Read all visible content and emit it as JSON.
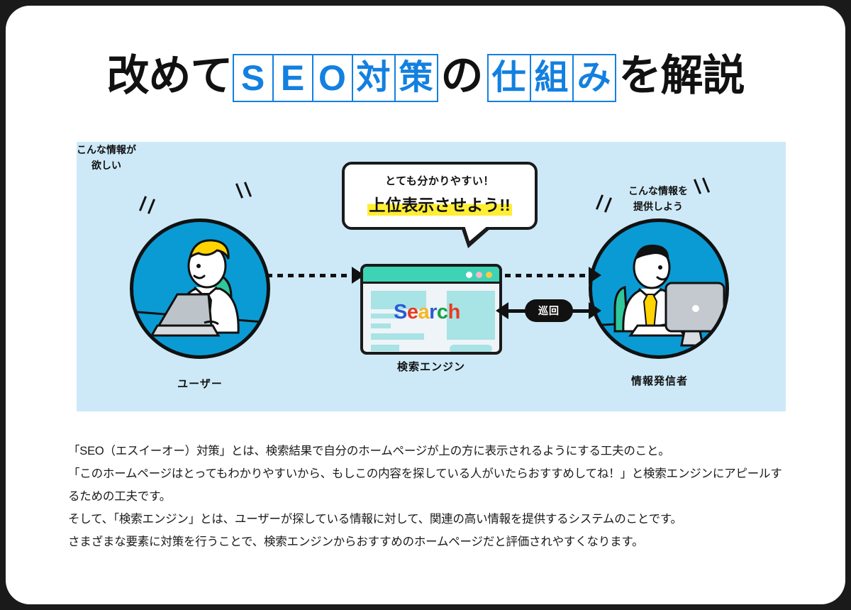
{
  "title": {
    "lead": "改めて",
    "boxed_primary": [
      "S",
      "E",
      "O",
      "対",
      "策"
    ],
    "mid": "の",
    "boxed_secondary": [
      "仕",
      "組",
      "み"
    ],
    "tail": "を解説",
    "accent_color": "#1380e0",
    "text_color": "#111111"
  },
  "diagram": {
    "background_color": "#cde9f7",
    "user": {
      "annotation": "こんな情報が\n欲しい",
      "label": "ユーザー",
      "circle_color": "#0a9bd4"
    },
    "publisher": {
      "annotation": "こんな情報を\n提供しよう",
      "label": "情報発信者",
      "circle_color": "#0a9bd4"
    },
    "bubble": {
      "line1": "とても分かりやすい！",
      "line2": "上位表示させよう!!",
      "highlight_color": "#ffee33"
    },
    "browser": {
      "search_word": [
        "S",
        "e",
        "a",
        "r",
        "c",
        "h"
      ],
      "search_colors": [
        "#2a5bd7",
        "#ea3a21",
        "#f5b720",
        "#2a5bd7",
        "#16a34a",
        "#ea3a21"
      ],
      "titlebar_color": "#3fd3b5",
      "dots": [
        "#ffffff",
        "#f7b9c9",
        "#f6cc45"
      ],
      "label": "検索エンジン"
    },
    "crawl_label": "巡回"
  },
  "body": {
    "paragraph1": "「SEO（エスイーオー）対策」とは、検索結果で自分のホームページが上の方に表示されるようにする工夫のこと。",
    "paragraph2": "「このホームページはとってもわかりやすいから、もしこの内容を探している人がいたらおすすめしてね！」と検索エンジンにアピールするための工夫です。",
    "paragraph3": "そして、「検索エンジン」とは、ユーザーが探している情報に対して、関連の高い情報を提供するシステムのことです。",
    "paragraph4": "さまざまな要素に対策を行うことで、検索エンジンからおすすめのホームページだと評価されやすくなります。"
  }
}
